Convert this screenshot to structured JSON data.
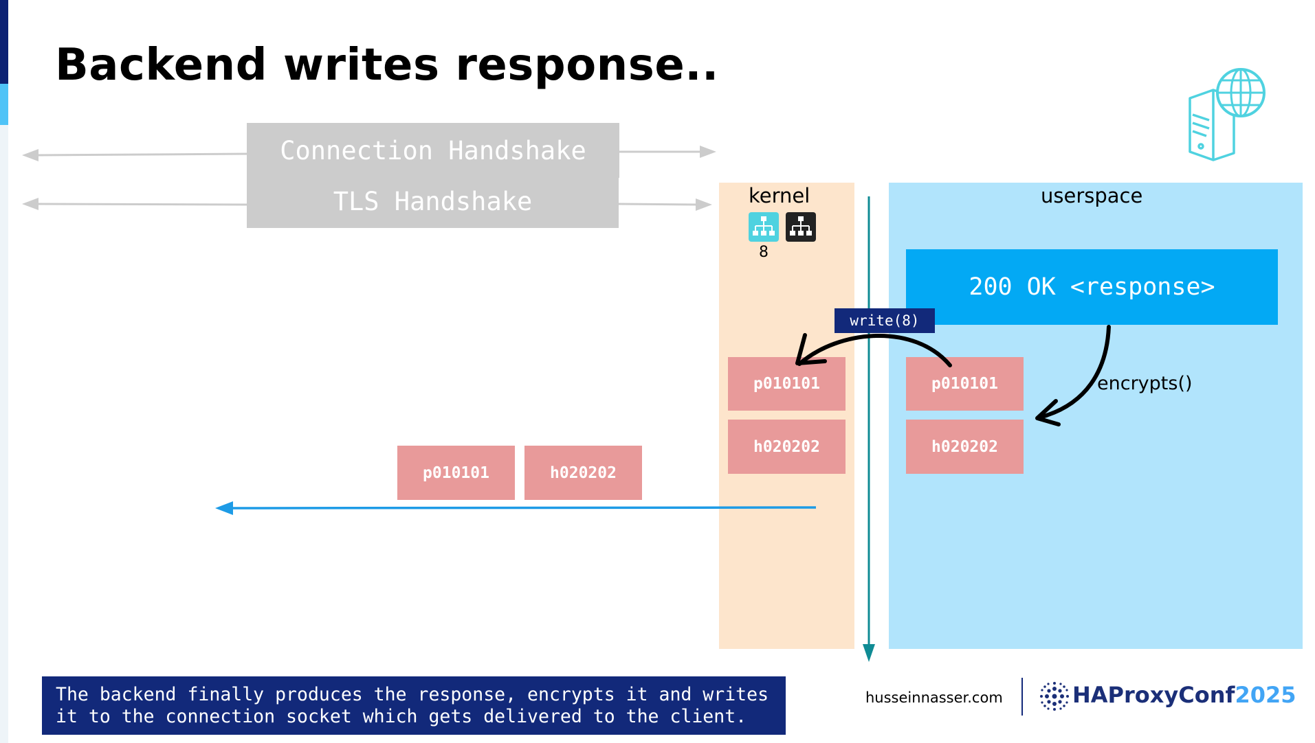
{
  "title": "Backend writes response..",
  "handshakes": {
    "connection": "Connection Handshake",
    "tls": "TLS Handshake"
  },
  "kernel": {
    "label": "kernel",
    "socket_count": "8",
    "packets": [
      "p010101",
      "h020202"
    ]
  },
  "userspace": {
    "label": "userspace",
    "response": "200 OK <response>",
    "packets": [
      "p010101",
      "h020202"
    ],
    "encrypt_label": "encrypts()"
  },
  "write_call": "write(8)",
  "network_packets": [
    "p010101",
    "h020202"
  ],
  "caption": "The backend finally produces the response, encrypts it and writes\nit to the connection socket which gets delivered to the client.",
  "footer": {
    "site": "husseinnasser.com",
    "conf_name": "HAProxyConf",
    "conf_year": "2025"
  },
  "colors": {
    "kernel_bg": "#fde5cc",
    "userspace_bg": "#b1e4fc",
    "response_bg": "#03a9f4",
    "packet_bg": "#e89a9a",
    "caption_bg": "#12297a",
    "network_arrow": "#1d9be6",
    "boundary_line": "#0f8b94",
    "accent_dark": "#0c2173",
    "accent_light": "#4fc3f7"
  },
  "icons": [
    "network-socket-icon",
    "server-globe-icon",
    "haproxy-logo-icon"
  ]
}
